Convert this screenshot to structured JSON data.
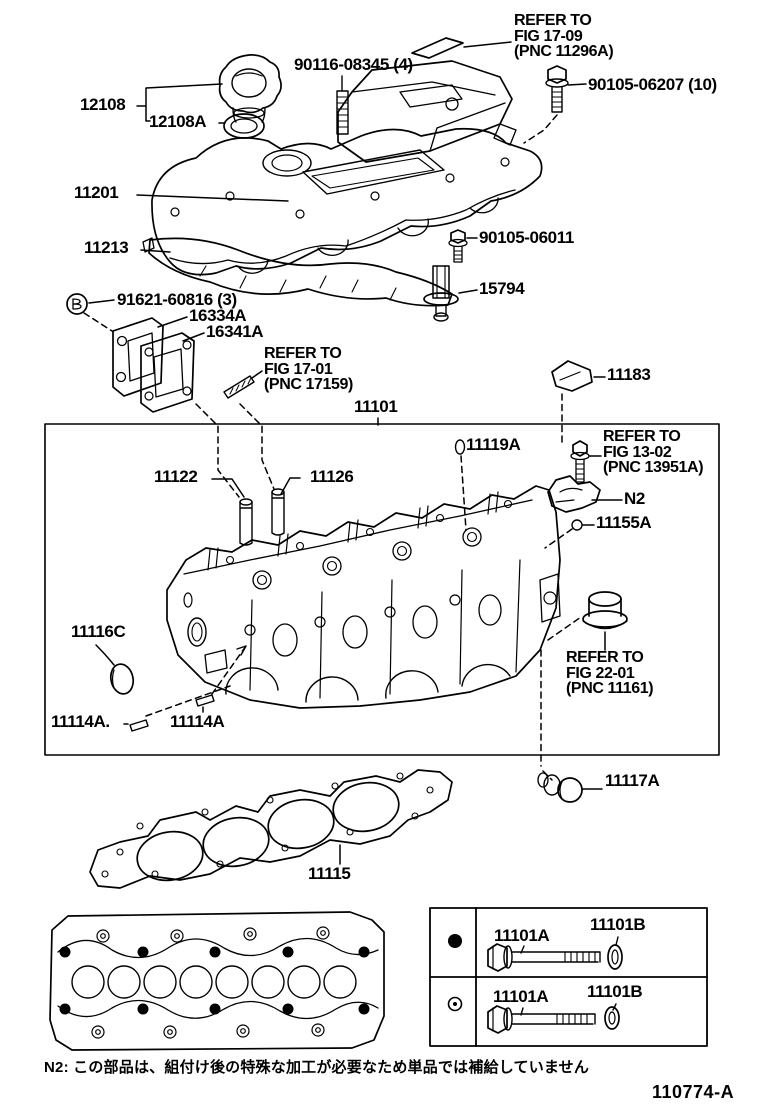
{
  "doc": {
    "number": "110774-A",
    "note_n2": "N2: この部品は、組付け後の特殊な加工が必要なため単品では補給していません",
    "ink_color": "#000000",
    "background_color": "#ffffff"
  },
  "callouts": {
    "refer_17_09": {
      "l1": "REFER TO",
      "l2": "FIG 17-09",
      "l3": "(PNC 11296A)"
    },
    "p90116": "90116-08345 (4)",
    "p90105_06207": "90105-06207 (10)",
    "p12108": "12108",
    "p12108a": "12108A",
    "p11201": "11201",
    "p11213": "11213",
    "p90105_06011": "90105-06011",
    "p15794": "15794",
    "p91621": "91621-60816 (3)",
    "p16334a": "16334A",
    "p16341a": "16341A",
    "refer_17_01": {
      "l1": "REFER TO",
      "l2": "FIG 17-01",
      "l3": "(PNC 17159)"
    },
    "p11101": "11101",
    "p11183": "11183",
    "p11119a": "11119A",
    "refer_13_02": {
      "l1": "REFER TO",
      "l2": "FIG 13-02",
      "l3": "(PNC 13951A)"
    },
    "n2": "N2",
    "p11155a": "11155A",
    "p11122": "11122",
    "p11126": "11126",
    "p11116c": "11116C",
    "p11114a_left": "11114A.",
    "p11114a_mid": "11114A",
    "refer_22_01": {
      "l1": "REFER TO",
      "l2": "FIG 22-01",
      "l3": "(PNC 11161)"
    },
    "p11117a": "11117A",
    "p11115": "11115"
  },
  "table": {
    "rows": [
      {
        "marker": "filled-circle",
        "bolt": "11101A",
        "washer": "11101B"
      },
      {
        "marker": "ring-circle",
        "bolt": "11101A",
        "washer": "11101B"
      }
    ]
  }
}
